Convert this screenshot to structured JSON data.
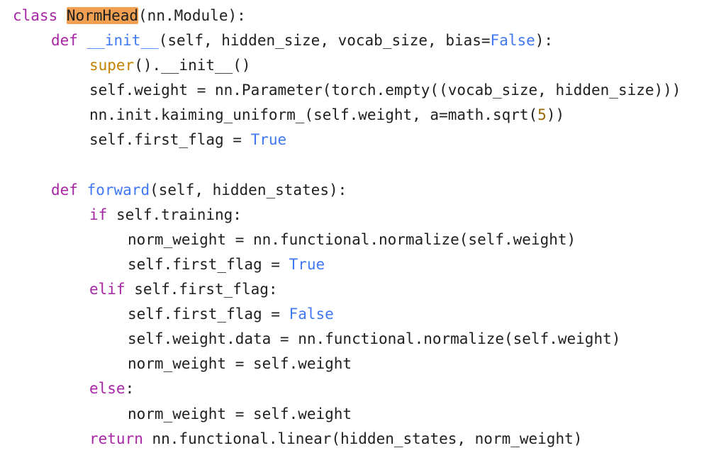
{
  "code": {
    "lines": [
      {
        "indent": 0,
        "tokens": [
          {
            "t": "class",
            "k": "kw"
          },
          {
            "t": " ",
            "k": "plain"
          },
          {
            "t": "NormHead",
            "k": "hl"
          },
          {
            "t": "(nn.Module):",
            "k": "plain"
          }
        ]
      },
      {
        "indent": 1,
        "tokens": [
          {
            "t": "def",
            "k": "kw"
          },
          {
            "t": " ",
            "k": "plain"
          },
          {
            "t": "__init__",
            "k": "fn"
          },
          {
            "t": "(self, hidden_size, vocab_size, bias=",
            "k": "plain"
          },
          {
            "t": "False",
            "k": "const"
          },
          {
            "t": "):",
            "k": "plain"
          }
        ]
      },
      {
        "indent": 2,
        "tokens": [
          {
            "t": "super",
            "k": "bi"
          },
          {
            "t": "().__init__()",
            "k": "plain"
          }
        ]
      },
      {
        "indent": 2,
        "tokens": [
          {
            "t": "self.weight = nn.Parameter(torch.empty((vocab_size, hidden_size)))",
            "k": "plain"
          }
        ]
      },
      {
        "indent": 2,
        "tokens": [
          {
            "t": "nn.init.kaiming_uniform_(self.weight, a=math.sqrt(",
            "k": "plain"
          },
          {
            "t": "5",
            "k": "num"
          },
          {
            "t": "))",
            "k": "plain"
          }
        ]
      },
      {
        "indent": 2,
        "tokens": [
          {
            "t": "self.first_flag = ",
            "k": "plain"
          },
          {
            "t": "True",
            "k": "const"
          }
        ]
      },
      {
        "indent": 0,
        "tokens": []
      },
      {
        "indent": 1,
        "tokens": [
          {
            "t": "def",
            "k": "kw"
          },
          {
            "t": " ",
            "k": "plain"
          },
          {
            "t": "forward",
            "k": "fn"
          },
          {
            "t": "(self, hidden_states):",
            "k": "plain"
          }
        ]
      },
      {
        "indent": 2,
        "tokens": [
          {
            "t": "if",
            "k": "kw"
          },
          {
            "t": " self.training:",
            "k": "plain"
          }
        ]
      },
      {
        "indent": 3,
        "tokens": [
          {
            "t": "norm_weight = nn.functional.normalize(self.weight)",
            "k": "plain"
          }
        ]
      },
      {
        "indent": 3,
        "tokens": [
          {
            "t": "self.first_flag = ",
            "k": "plain"
          },
          {
            "t": "True",
            "k": "const"
          }
        ]
      },
      {
        "indent": 2,
        "tokens": [
          {
            "t": "elif",
            "k": "kw"
          },
          {
            "t": " self.first_flag:",
            "k": "plain"
          }
        ]
      },
      {
        "indent": 3,
        "tokens": [
          {
            "t": "self.first_flag = ",
            "k": "plain"
          },
          {
            "t": "False",
            "k": "const"
          }
        ]
      },
      {
        "indent": 3,
        "tokens": [
          {
            "t": "self.weight.data = nn.functional.normalize(self.weight)",
            "k": "plain"
          }
        ]
      },
      {
        "indent": 3,
        "tokens": [
          {
            "t": "norm_weight = self.weight",
            "k": "plain"
          }
        ]
      },
      {
        "indent": 2,
        "tokens": [
          {
            "t": "else",
            "k": "kw"
          },
          {
            "t": ":",
            "k": "plain"
          }
        ]
      },
      {
        "indent": 3,
        "tokens": [
          {
            "t": "norm_weight = self.weight",
            "k": "plain"
          }
        ]
      },
      {
        "indent": 2,
        "tokens": [
          {
            "t": "return",
            "k": "kw"
          },
          {
            "t": " nn.functional.linear(hidden_states, norm_weight)",
            "k": "plain"
          }
        ]
      }
    ]
  },
  "colors": {
    "keyword": "#a626a4",
    "function": "#4078f2",
    "builtin": "#c18401",
    "constant": "#4078f2",
    "number": "#986801",
    "highlight": "#f0a050",
    "text": "#1f1f1f"
  }
}
